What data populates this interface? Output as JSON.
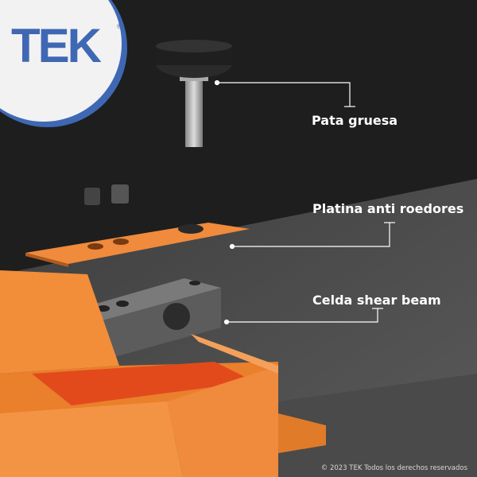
{
  "logo": {
    "text": "TEK",
    "registered": "®",
    "color": "#3f68b4"
  },
  "callouts": [
    {
      "label": "Pata gruesa"
    },
    {
      "label": "Platina anti roedores"
    },
    {
      "label": "Celda shear beam"
    }
  ],
  "copyright": "© 2023 TEK Todos los derechos reservados",
  "colors": {
    "accent": "#f08a3c",
    "background": "#1c1c1c"
  }
}
